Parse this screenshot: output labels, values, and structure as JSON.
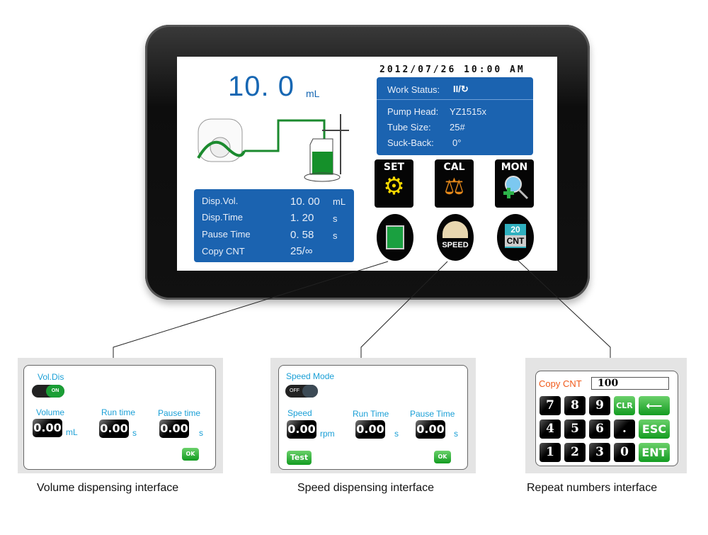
{
  "screen": {
    "volume_display": "10. 0",
    "volume_unit": "mL",
    "datetime": "2012/07/26 10:00 AM",
    "status": {
      "work_status_label": "Work Status:",
      "work_status_value": "II/↻",
      "pump_head_label": "Pump Head:",
      "pump_head_value": "YZ1515x",
      "tube_size_label": "Tube Size:",
      "tube_size_value": "25#",
      "suck_back_label": "Suck-Back:",
      "suck_back_value": "0°"
    },
    "info": [
      {
        "label": "Disp.Vol.",
        "value": "10. 00",
        "unit": "mL"
      },
      {
        "label": "Disp.Time",
        "value": "1. 20",
        "unit": "s"
      },
      {
        "label": "Pause Time",
        "value": "0. 58",
        "unit": "s"
      },
      {
        "label": "Copy CNT",
        "value": "25/∞",
        "unit": ""
      }
    ],
    "buttons": {
      "set": "SET",
      "cal": "CAL",
      "mon": "MON",
      "speed": "SPEED",
      "cnt_num": "20",
      "cnt": "CNT"
    }
  },
  "volume_panel": {
    "title": "Vol.Dis",
    "toggle": "ON",
    "fields": [
      {
        "label": "Volume",
        "value": "0.00",
        "unit": "mL"
      },
      {
        "label": "Run time",
        "value": "0.00",
        "unit": "s"
      },
      {
        "label": "Pause time",
        "value": "0.00",
        "unit": "s"
      }
    ],
    "ok": "OK"
  },
  "speed_panel": {
    "title": "Speed Mode",
    "toggle": "OFF",
    "fields": [
      {
        "label": "Speed",
        "value": "0.00",
        "unit": "rpm"
      },
      {
        "label": "Run Time",
        "value": "0.00",
        "unit": "s"
      },
      {
        "label": "Pause Time",
        "value": "0.00",
        "unit": "s"
      }
    ],
    "test": "Test",
    "ok": "OK"
  },
  "repeat_panel": {
    "label": "Copy CNT",
    "value": "100",
    "keys": [
      "7",
      "8",
      "9",
      "CLR",
      "⟵",
      "4",
      "5",
      "6",
      ".",
      "ESC",
      "1",
      "2",
      "3",
      "0",
      "ENT"
    ]
  },
  "captions": {
    "volume": "Volume dispensing interface",
    "speed": "Speed dispensing interface",
    "repeat": "Repeat numbers interface"
  },
  "colors": {
    "accent_blue": "#1b63b0",
    "green": "#139c21",
    "cyan": "#1a9fd6",
    "orange": "#f05a1a"
  }
}
